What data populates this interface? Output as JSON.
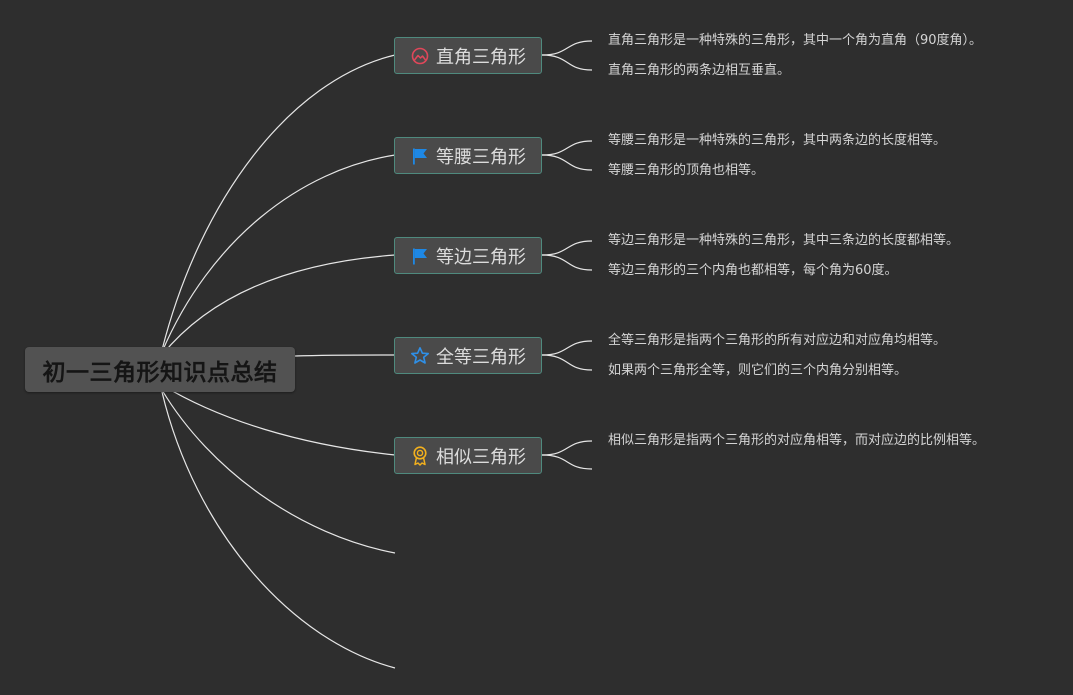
{
  "root": {
    "title": "初一三角形知识点总结"
  },
  "branches": [
    {
      "label": "直角三角形",
      "icon": "hill-icon",
      "icon_color": "#e0475a",
      "details": [
        "直角三角形是一种特殊的三角形，其中一个角为直角（90度角）。",
        "直角三角形的两条边相互垂直。"
      ]
    },
    {
      "label": "等腰三角形",
      "icon": "flag-icon",
      "icon_color": "#1e88e5",
      "details": [
        "等腰三角形是一种特殊的三角形，其中两条边的长度相等。",
        "等腰三角形的顶角也相等。"
      ]
    },
    {
      "label": "等边三角形",
      "icon": "flag-icon",
      "icon_color": "#1e88e5",
      "details": [
        "等边三角形是一种特殊的三角形，其中三条边的长度都相等。",
        "等边三角形的三个内角也都相等，每个角为60度。"
      ]
    },
    {
      "label": "全等三角形",
      "icon": "star-icon",
      "icon_color": "#2f8fe6",
      "details": [
        "全等三角形是指两个三角形的所有对应边和对应角均相等。",
        "如果两个三角形全等，则它们的三个内角分别相等。"
      ]
    },
    {
      "label": "相似三角形",
      "icon": "award-icon",
      "icon_color": "#f2b01e",
      "details": [
        "相似三角形是指两个三角形的对应角相等，而对应边的比例相等。",
        ""
      ]
    }
  ],
  "colors": {
    "background": "#2e2e2e",
    "link": "#e6e6e6",
    "branch_border": "#4f8a7e"
  }
}
